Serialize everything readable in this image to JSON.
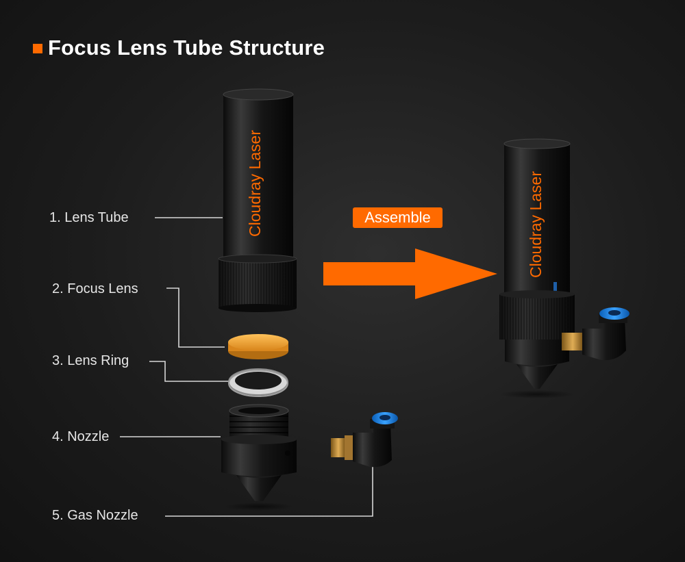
{
  "title": "Focus Lens Tube Structure",
  "parts": [
    {
      "label": "1. Lens Tube"
    },
    {
      "label": "2. Focus Lens"
    },
    {
      "label": "3. Lens Ring"
    },
    {
      "label": "4. Nozzle"
    },
    {
      "label": "5. Gas Nozzle"
    }
  ],
  "brand_text": "Cloudray Laser",
  "assemble_label": "Assemble",
  "colors": {
    "accent": "#ff6a00",
    "lens": "#f0a530",
    "fitting_blue": "#1e88e5",
    "brass": "#c9943a"
  }
}
